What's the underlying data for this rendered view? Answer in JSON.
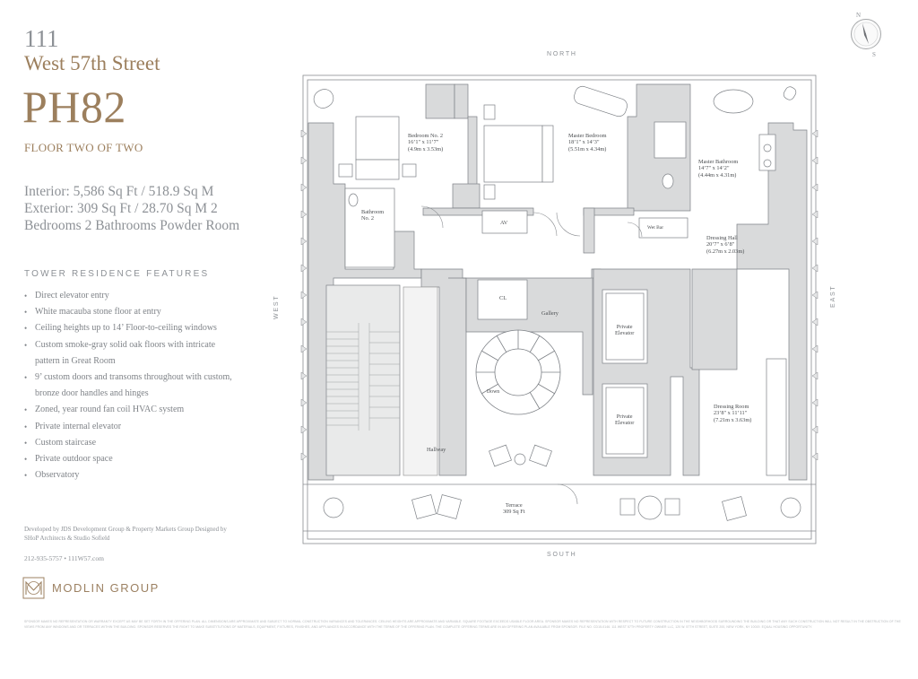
{
  "header": {
    "address_number": "111",
    "address_street": "West 57th Street",
    "unit": "PH82",
    "floor_label": "FLOOR TWO OF TWO",
    "areas": "Interior: 5,586 Sq Ft / 518.9 Sq M Exterior: 309 Sq Ft / 28.70 Sq M 2 Bedrooms 2 Bathrooms Powder Room"
  },
  "features": {
    "title": "TOWER RESIDENCE FEATURES",
    "items": [
      "Direct elevator entry",
      "White macauba stone floor at entry",
      "Ceiling heights up to 14’ Floor-to-ceiling windows",
      "Custom smoke-gray solid oak floors with intricate",
      "pattern in Great Room",
      "9’ custom doors and transoms throughout with custom,",
      "bronze door handles and hinges",
      "Zoned, year round fan coil HVAC system",
      "Private internal elevator",
      "Custom staircase",
      "Private outdoor space",
      "Observatory"
    ],
    "bulleted": [
      true,
      true,
      true,
      true,
      false,
      true,
      false,
      true,
      true,
      true,
      true,
      true
    ]
  },
  "footer": {
    "credits": "Developed by JDS Development Group & Property Markets Group Designed by SHoP Architects & Studio Sofield",
    "contact": "212-935-5757 • 111W57.com",
    "brand": "MODLIN GROUP",
    "disclaimer": "SPONSOR MAKES NO REPRESENTATION OR WARRANTY EXCEPT AS MAY BE SET FORTH IN THE OFFERING PLAN. ALL DIMENSIONS ARE APPROXIMATE AND SUBJECT TO NORMAL CONSTRUCTION VARIANCES AND TOLERANCES. CEILING HEIGHTS ARE APPROXIMATE AND VARIABLE. SQUARE FOOTAGE EXCEEDS USABLE FLOOR AREA. SPONSOR MAKES NO REPRESENTATION WITH RESPECT TO FUTURE CONSTRUCTION IN THE NEIGHBORHOOD SURROUNDING THE BUILDING OR THAT ANY SUCH CONSTRUCTION WILL NOT RESULT IN THE OBSTRUCTION OF THE VIEWS FROM ANY WINDOWS AND OR TERRACES WITHIN THE BUILDING. SPONSOR RESERVES THE RIGHT TO MAKE SUBSTITUTIONS OF MATERIALS, EQUIPMENT, FIXTURES, FINISHES, AND APPLIANCES IN ACCORDANCE WITH THE TERMS OF THE OFFERING PLAN. THE COMPLETE OFFERING TERMS ARE IN AN OFFERING PLAN AVAILABLE FROM SPONSOR. FILE NO. CD15-0146. 111 WEST 57TH PROPERTY OWNER LLC, 120 W. 57TH STREET, SUITE 200, NEW YORK, NY 10019. EQUAL HOUSING OPPORTUNITY."
  },
  "plan": {
    "directions": {
      "north": "NORTH",
      "south": "SOUTH",
      "east": "EAST",
      "west": "WEST"
    },
    "compass": {
      "n": "N",
      "s": "S"
    },
    "rooms": {
      "bedroom2": "Bedroom No. 2\n16’1\" x 11’7\"\n(4.9m x 3.53m)",
      "master_bedroom": "Master Bedroom\n18’1\" x 14’3\"\n(5.51m x 4.34m)",
      "master_bath": "Master Bathroom\n14’7\" x 14’2\"\n(4.44m x 4.31m)",
      "bathroom2": "Bathroom\nNo. 2",
      "av": "AV",
      "wet_bar": "Wet Bar",
      "dressing_hall": "Dressing Hall\n20’7\" x 6’8\"\n(6.27m x 2.03m)",
      "cl": "CL",
      "gallery": "Gallery",
      "private_elev1": "Private\nElevator",
      "private_elev2": "Private\nElevator",
      "down": "Down",
      "dressing_room": "Dressing Room\n23’8\" x 11’11\"\n(7.21m x 3.63m)",
      "hallway": "Hallway",
      "terrace": "Terrace\n309 Sq Ft"
    }
  },
  "colors": {
    "accent": "#9c7f5d",
    "text": "#8d9196",
    "wall": "#d9dadb",
    "line": "#7d8186"
  }
}
